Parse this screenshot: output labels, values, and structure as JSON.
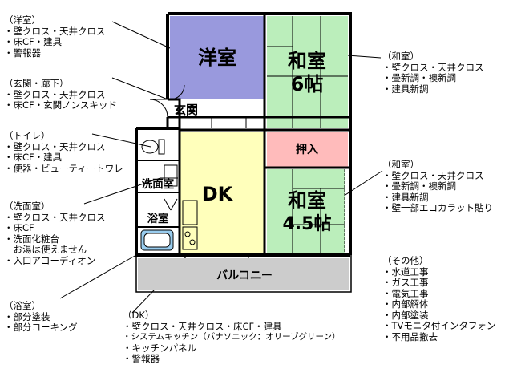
{
  "colors": {
    "western": "#9999dd",
    "japanese": "#bbeebb",
    "dk": "#ffffbb",
    "closet": "#ffbbbb",
    "balcony": "#cccccc",
    "wall": "#000000"
  },
  "rooms": {
    "western": "洋室",
    "japanese1_a": "和室",
    "japanese1_b": "6帖",
    "entrance": "玄関",
    "closet": "押入",
    "dk": "DK",
    "washroom": "洗面室",
    "bath": "浴室",
    "japanese2_a": "和室",
    "japanese2_b": "4.5帖",
    "balcony": "バルコニー"
  },
  "notes": {
    "western": {
      "title": "（洋室）",
      "items": [
        "・壁クロス・天井クロス",
        "・床CF・建具",
        "・警報器"
      ]
    },
    "entrance": {
      "title": "（玄関・廊下）",
      "items": [
        "・壁クロス・天井クロス",
        "・床CF・玄関ノンスキッド"
      ]
    },
    "toilet": {
      "title": "（トイレ）",
      "items": [
        "・壁クロス・天井クロス",
        "・床CF・建具",
        "・便器・ビューティートワレ"
      ]
    },
    "washroom": {
      "title": "（洗面室）",
      "items": [
        "・壁クロス・天井クロス",
        "・床CF",
        "・洗面化粧台",
        "　お湯は使えません",
        "・入口アコーディオン"
      ]
    },
    "bath": {
      "title": "（浴室）",
      "items": [
        "・部分塗装",
        "・部分コーキング"
      ]
    },
    "dk": {
      "title": "（DK）",
      "items": [
        "・壁クロス・天井クロス・床CF・建具",
        "・システムキッチン（パナソニック：オリーブグリーン）",
        "・キッチンパネル",
        "・警報器"
      ]
    },
    "japanese1": {
      "title": "（和室）",
      "items": [
        "・壁クロス・天井クロス",
        "・畳新調・襖新調",
        "・建具新調"
      ]
    },
    "japanese2": {
      "title": "（和室）",
      "items": [
        "・壁クロス・天井クロス",
        "・畳新調・襖新調",
        "・建具新調",
        "・壁一部エコカラット貼り"
      ]
    },
    "other": {
      "title": "（その他）",
      "items": [
        "・水道工事",
        "・ガス工事",
        "・電気工事",
        "・内部解体",
        "・内部塗装",
        "・TVモニタ付インタフォン",
        "・不用品撤去"
      ]
    }
  }
}
